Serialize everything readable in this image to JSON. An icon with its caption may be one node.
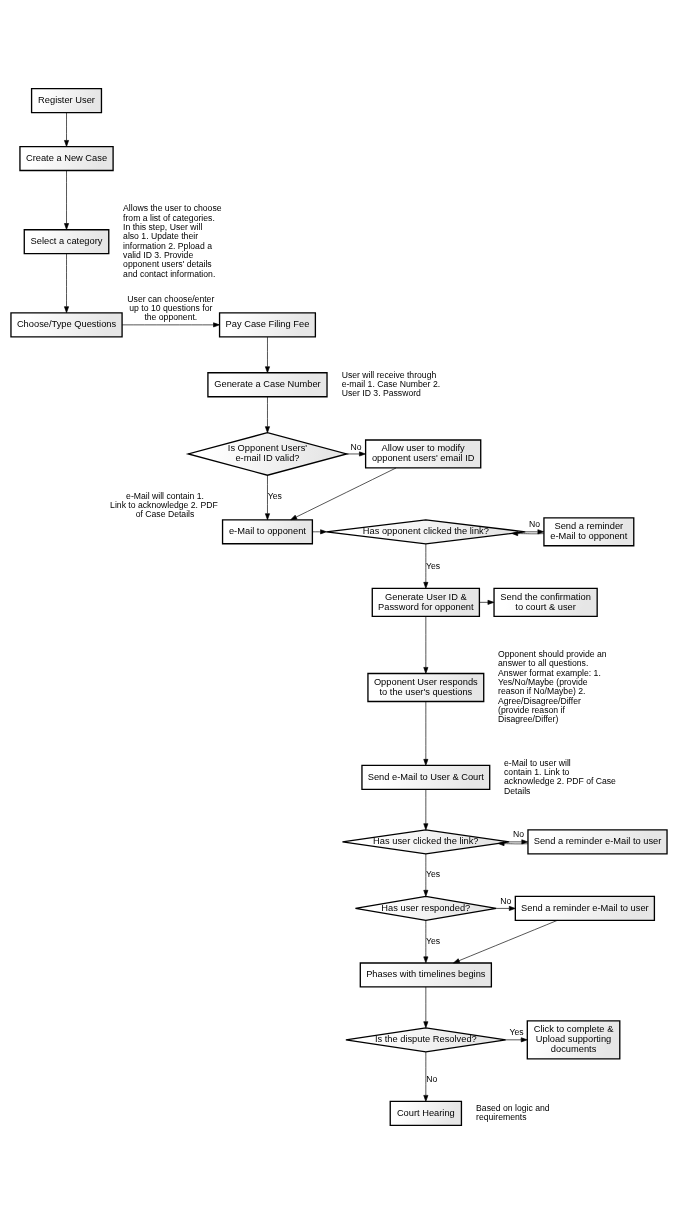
{
  "diagram": {
    "nodes": [
      {
        "text": [
          "Register User"
        ]
      },
      {
        "text": [
          "Create a New Case"
        ]
      },
      {
        "text": [
          "Select a category"
        ],
        "beside": [
          "Allows the user to choose from a list of categories. In this step, User will also 1. Update their information 2. Ppload a valid ID 3. Provide opponent users' details and contact information."
        ]
      },
      {
        "text": [
          "Choose/Type Questions"
        ]
      },
      {
        "text": [
          "Pay Case Filing Fee"
        ]
      },
      {
        "text": [
          "Generate a Case Number"
        ],
        "beside": [
          "User will receive through e-mail 1. Case Number 2. User ID 3. Password"
        ]
      },
      {
        "text": [
          "Is Opponent Users' e-mail ID valid?"
        ]
      },
      {
        "text": [
          "Allow user to modify opponent users' email ID"
        ]
      },
      {
        "text": [
          "e-Mail to opponent"
        ],
        "beside": [
          "e-Mail will contain 1. Link to acknowledge 2. PDF of Case Details"
        ]
      },
      {
        "text": [
          "Has opponent clicked the link?"
        ]
      },
      {
        "text": [
          "Send a reminder e-Mail to opponent"
        ]
      },
      {
        "text": [
          "Generate User ID & Password for opponent"
        ]
      },
      {
        "text": [
          "Send the confirmation to court & user"
        ]
      },
      {
        "text": [
          "Opponent User responds to the user's questions"
        ],
        "beside": [
          "Opponent should provide an answer to all questions. Answer format example: 1. Yes/No/Maybe (provide reason if No/Maybe) 2. Agree/Disagree/Differ (provide reason if Disagree/Differ)"
        ]
      },
      {
        "text": [
          "Send e-Mail to User & Court"
        ],
        "beside": [
          "e-Mail to user will contain 1. Link to acknowledge 2. PDF of Case Details"
        ]
      },
      {
        "text": [
          "Has user clicked the link?"
        ]
      },
      {
        "text": [
          "Send a reminder e-Mail to user"
        ]
      },
      {
        "text": [
          "Has user responded?"
        ]
      },
      {
        "text": [
          "Send a reminder e-Mail to user"
        ]
      },
      {
        "text": [
          "Phases with timelines begins"
        ]
      },
      {
        "text": [
          "Is the dispute Resolved?"
        ]
      },
      {
        "text": [
          "Click to complete & Upload supporting documents"
        ]
      },
      {
        "text": [
          "Court Hearing"
        ],
        "beside": [
          "Based on logic and requirements"
        ]
      }
    ],
    "edges": [
      {
        "from": 0,
        "to": 1,
        "arrow": "to"
      },
      {
        "from": 1,
        "to": 2,
        "arrow": "to"
      },
      {
        "from": 2,
        "to": 3,
        "arrow": "to"
      },
      {
        "from": 3,
        "to": 4,
        "arrow": "to",
        "label": "User can choose/enter up to 10 questions for the opponent."
      },
      {
        "from": 4,
        "to": 5,
        "arrow": "to"
      },
      {
        "from": 5,
        "to": 6,
        "arrow": "to"
      },
      {
        "from": 6,
        "to": 7,
        "arrow": "to",
        "label": "No"
      },
      {
        "from": 6,
        "to": 8,
        "arrow": "to",
        "label": "Yes"
      },
      {
        "from": 7,
        "to": 8,
        "arrow": "to"
      },
      {
        "from": 8,
        "to": 9,
        "arrow": "to"
      },
      {
        "from": 9,
        "to": 10,
        "arrow": "to",
        "label": "No"
      },
      {
        "from": 10,
        "to": 9,
        "arrow": "to"
      },
      {
        "from": 9,
        "to": 11,
        "arrow": "to",
        "label": "Yes"
      },
      {
        "from": 11,
        "to": 12,
        "arrow": "to"
      },
      {
        "from": 11,
        "to": 13,
        "arrow": "to"
      },
      {
        "from": 13,
        "to": 14,
        "arrow": "to"
      },
      {
        "from": 14,
        "to": 15,
        "arrow": "to"
      },
      {
        "from": 15,
        "to": 16,
        "arrow": "to",
        "label": "No"
      },
      {
        "from": 16,
        "to": 15,
        "arrow": "to"
      },
      {
        "from": 15,
        "to": 17,
        "arrow": "to",
        "label": "Yes"
      },
      {
        "from": 17,
        "to": 18,
        "arrow": "to",
        "label": "No"
      },
      {
        "from": 17,
        "to": 19,
        "arrow": "to",
        "label": "Yes"
      },
      {
        "from": 18,
        "to": 19,
        "arrow": "to"
      },
      {
        "from": 19,
        "to": 20,
        "arrow": "to"
      },
      {
        "from": 20,
        "to": 21,
        "arrow": "to",
        "label": "Yes"
      },
      {
        "from": 20,
        "to": 22,
        "arrow": "to",
        "label": "No"
      }
    ]
  }
}
